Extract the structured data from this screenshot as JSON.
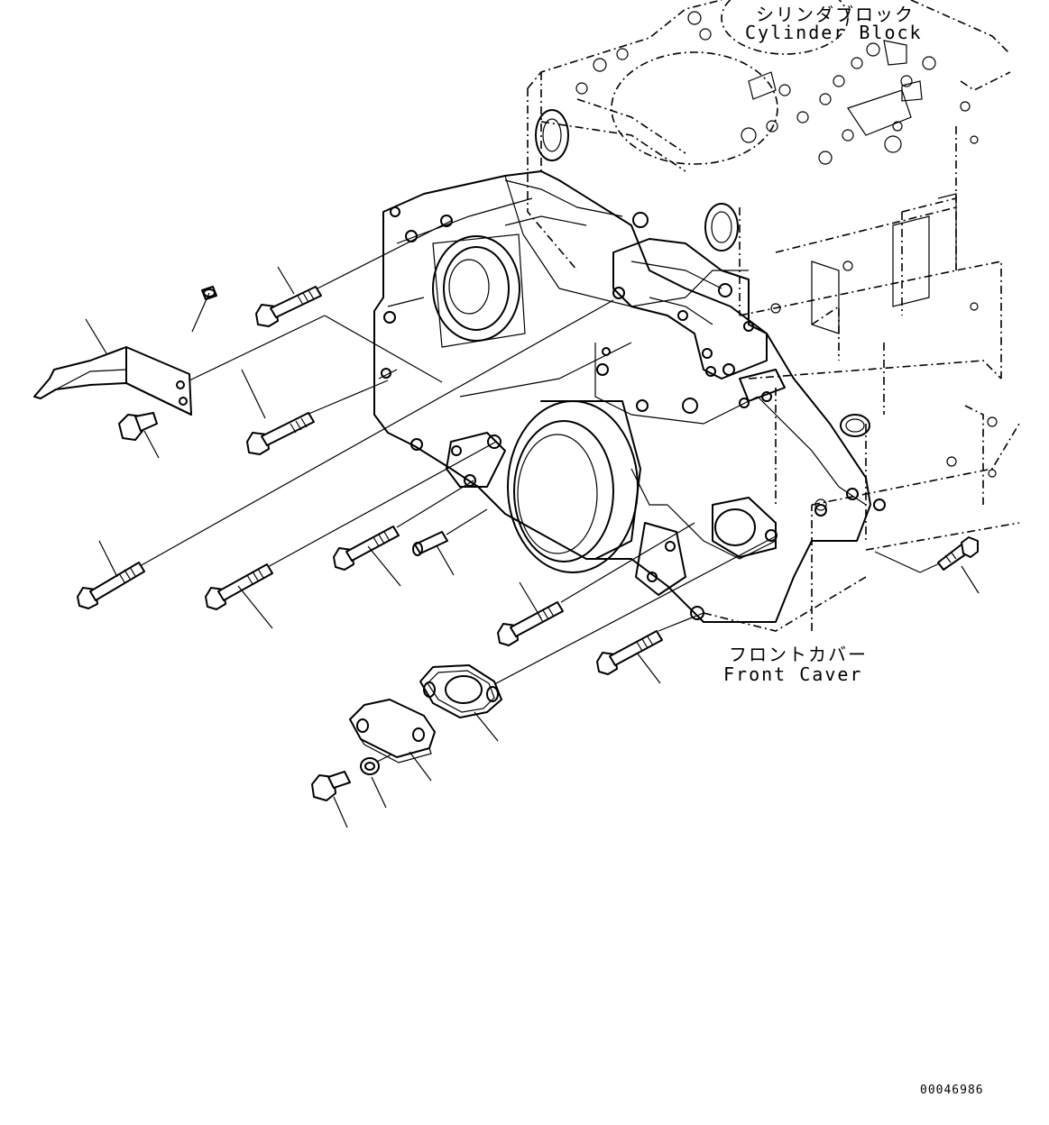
{
  "labels": {
    "cylinder_block_jp": "シリンダブロック",
    "cylinder_block_en": "Cylinder Block",
    "front_cover_jp": "フロントカバー",
    "front_cover_en": "Front Caver",
    "drawing_number": "00046986"
  },
  "parts": [
    "bracket",
    "dowel-pin-small",
    "bolt-bracket",
    "bolt-upper-1",
    "bolt-upper-2",
    "bolt-long-1",
    "bolt-long-2",
    "bolt-medium",
    "dowel-pin",
    "bolt-lower-1",
    "bolt-lower-2",
    "bolt-right",
    "gasket",
    "cover-plate",
    "washer",
    "bolt-plate"
  ],
  "colors": {
    "line": "#000000",
    "background": "#ffffff"
  }
}
